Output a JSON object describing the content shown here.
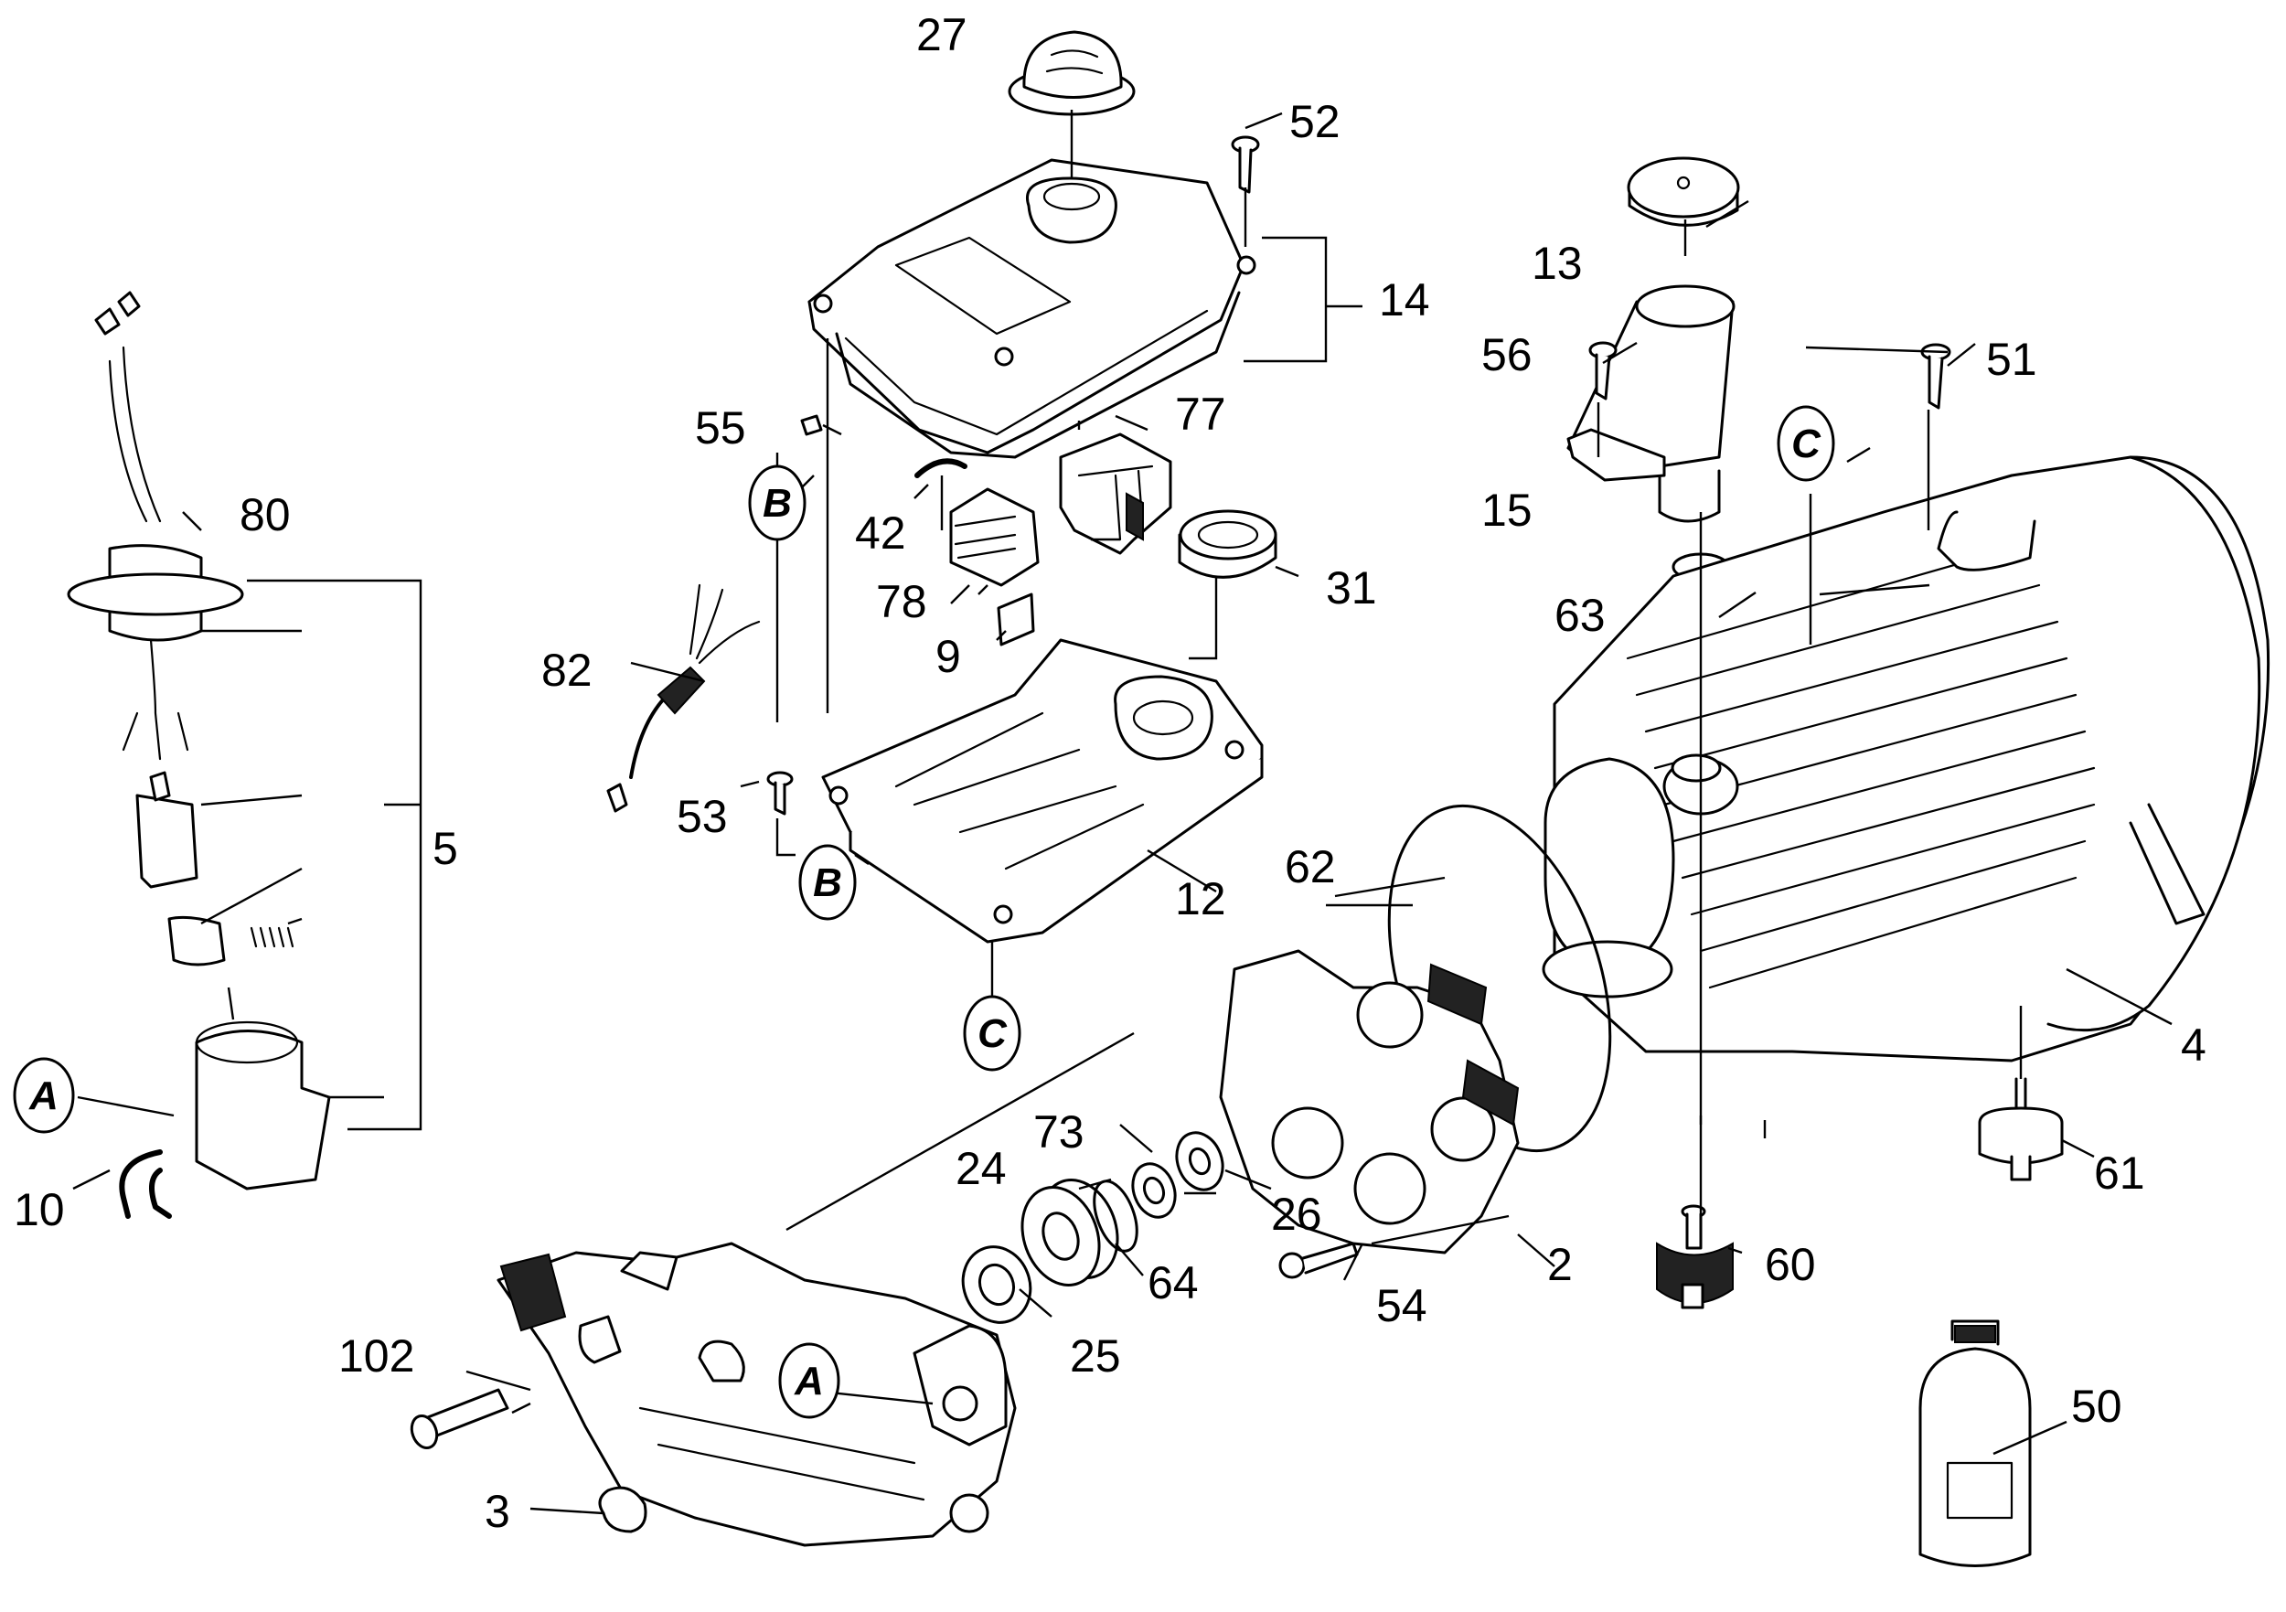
{
  "diagram": {
    "type": "exploded-parts-view",
    "part_labels": [
      {
        "id": "p27",
        "text": "27"
      },
      {
        "id": "p52",
        "text": "52"
      },
      {
        "id": "p14",
        "text": "14"
      },
      {
        "id": "p13",
        "text": "13"
      },
      {
        "id": "p56",
        "text": "56"
      },
      {
        "id": "p51",
        "text": "51"
      },
      {
        "id": "p55",
        "text": "55"
      },
      {
        "id": "p77",
        "text": "77"
      },
      {
        "id": "p15",
        "text": "15"
      },
      {
        "id": "p80",
        "text": "80"
      },
      {
        "id": "p42",
        "text": "42"
      },
      {
        "id": "p31",
        "text": "31"
      },
      {
        "id": "p63",
        "text": "63"
      },
      {
        "id": "p78",
        "text": "78"
      },
      {
        "id": "p9",
        "text": "9"
      },
      {
        "id": "p82",
        "text": "82"
      },
      {
        "id": "p53",
        "text": "53"
      },
      {
        "id": "p5",
        "text": "5"
      },
      {
        "id": "p62",
        "text": "62"
      },
      {
        "id": "p12",
        "text": "12"
      },
      {
        "id": "p4",
        "text": "4"
      },
      {
        "id": "p73",
        "text": "73"
      },
      {
        "id": "p24",
        "text": "24"
      },
      {
        "id": "p26",
        "text": "26"
      },
      {
        "id": "p61",
        "text": "61"
      },
      {
        "id": "p10",
        "text": "10"
      },
      {
        "id": "p64",
        "text": "64"
      },
      {
        "id": "p2",
        "text": "2"
      },
      {
        "id": "p60",
        "text": "60"
      },
      {
        "id": "p54",
        "text": "54"
      },
      {
        "id": "p102",
        "text": "102"
      },
      {
        "id": "p25",
        "text": "25"
      },
      {
        "id": "p50",
        "text": "50"
      },
      {
        "id": "p3",
        "text": "3"
      }
    ],
    "reference_markers": [
      {
        "id": "mB1",
        "letter": "B"
      },
      {
        "id": "mC1",
        "letter": "C"
      },
      {
        "id": "mB2",
        "letter": "B"
      },
      {
        "id": "mC2",
        "letter": "C"
      },
      {
        "id": "mA1",
        "letter": "A"
      },
      {
        "id": "mA2",
        "letter": "A"
      }
    ]
  }
}
